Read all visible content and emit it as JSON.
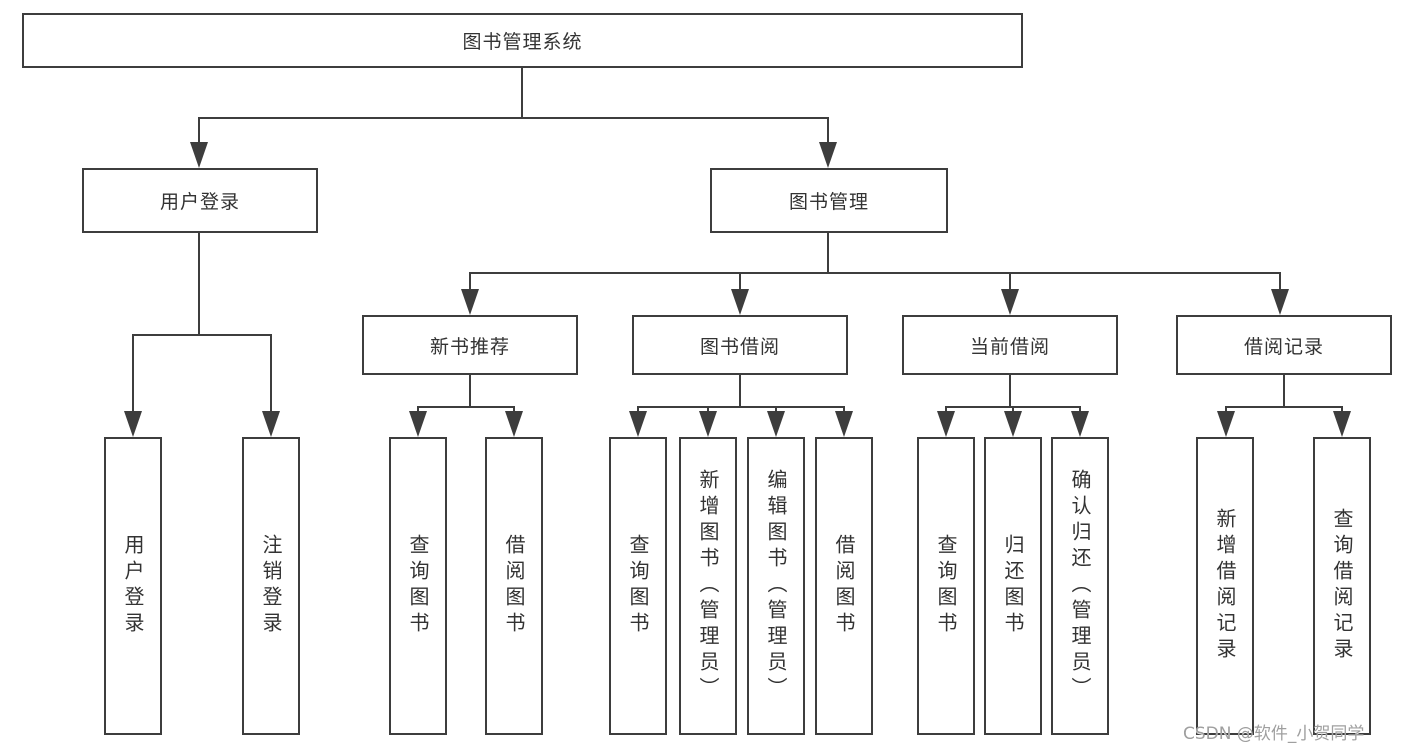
{
  "diagram": {
    "root": {
      "label": "图书管理系统"
    },
    "level2": [
      {
        "label": "用户登录"
      },
      {
        "label": "图书管理"
      }
    ],
    "level3": [
      {
        "label": "新书推荐"
      },
      {
        "label": "图书借阅"
      },
      {
        "label": "当前借阅"
      },
      {
        "label": "借阅记录"
      }
    ],
    "leaves": {
      "user_login_group": [
        {
          "label": "用户登录"
        },
        {
          "label": "注销登录"
        }
      ],
      "new_book_group": [
        {
          "label": "查询图书"
        },
        {
          "label": "借阅图书"
        }
      ],
      "book_borrow_group": [
        {
          "label": "查询图书"
        },
        {
          "label": "新增图书（管理员）"
        },
        {
          "label": "编辑图书（管理员）"
        },
        {
          "label": "借阅图书"
        }
      ],
      "current_borrow_group": [
        {
          "label": "查询图书"
        },
        {
          "label": "归还图书"
        },
        {
          "label": "确认归还（管理员）"
        }
      ],
      "borrow_record_group": [
        {
          "label": "新增借阅记录"
        },
        {
          "label": "查询借阅记录"
        }
      ]
    }
  },
  "watermark": {
    "text": "CSDN @软件_小贺同学"
  },
  "colors": {
    "line": "#3d3d3d",
    "text": "#333333",
    "box_background": "#ffffff",
    "watermark": "#9f9f9f",
    "page_background": "#ffffff"
  }
}
